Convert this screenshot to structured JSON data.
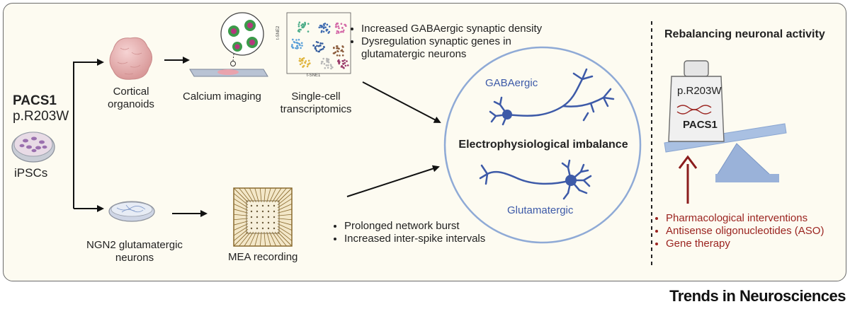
{
  "gene": {
    "name": "PACS1",
    "variant": "p.R203W"
  },
  "ipsc_label": "iPSCs",
  "organoids_label": "Cortical\norganoids",
  "calcium_label": "Calcium imaging",
  "sc_label": "Single-cell\ntranscriptomics",
  "tsne": {
    "x_axis": "t-SNE1",
    "y_axis": "t-SNE2"
  },
  "ngn2_label": "NGN2 glutamatergic\nneurons",
  "mea_label": "MEA recording",
  "top_findings": [
    "Increased GABAergic synaptic density",
    "Dysregulation synaptic genes in\nglutamatergic neurons"
  ],
  "bottom_findings": [
    "Prolonged network burst",
    "Increased inter-spike intervals"
  ],
  "circle": {
    "gaba": "GABAergic",
    "center": "Electrophysiological imbalance",
    "glut": "Glutamatergic"
  },
  "rebalance": {
    "title": "Rebalancing neuronal activity",
    "weight_variant": "p.R203W",
    "weight_gene": "PACS1"
  },
  "interventions": [
    "Pharmacological interventions",
    "Antisense oligonucleotides (ASO)",
    "Gene therapy"
  ],
  "brand": "Trends in Neurosciences",
  "colors": {
    "accent_red": "#9b2420",
    "neuron_blue": "#3d5aa8",
    "circle_stroke": "#8faad6",
    "panel_bg": "#fdfbf1"
  }
}
